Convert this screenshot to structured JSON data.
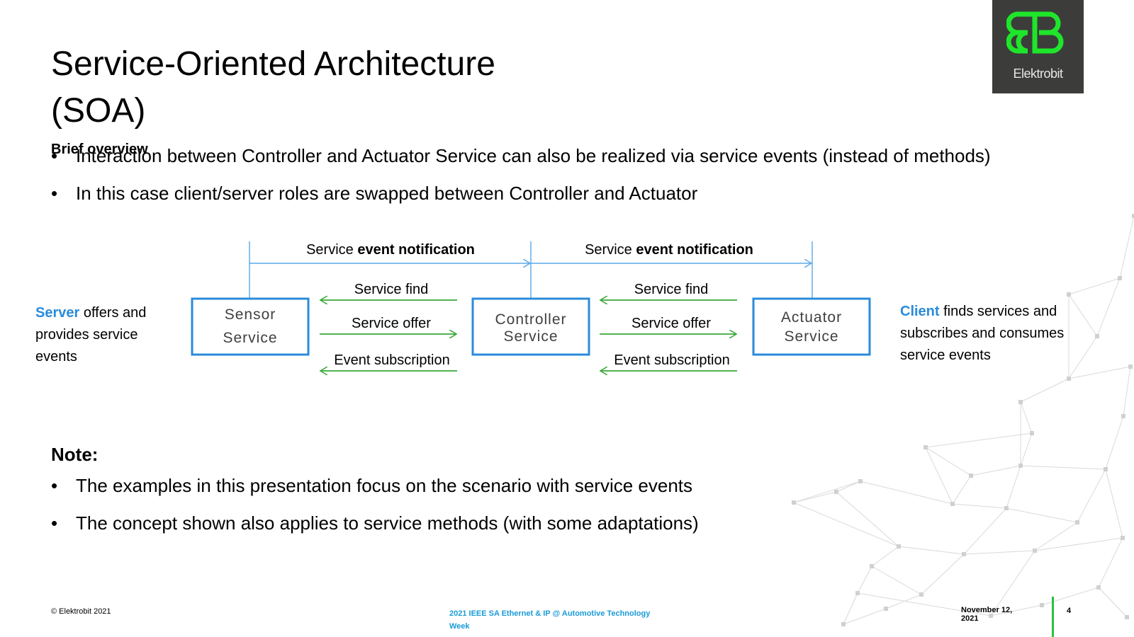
{
  "title_line1": "Service-Oriented Architecture",
  "title_line2": "(SOA)",
  "subtitle": "Brief overview",
  "bullets": [
    "Interaction between Controller and Actuator Service can also be realized via service events (instead of methods)",
    "In this case client/server roles are swapped between Controller and Actuator"
  ],
  "bullet_char": "•",
  "diagram": {
    "boxes": {
      "sensor_line1": "Sensor",
      "sensor_line2": "Service",
      "controller_line1": "Controller",
      "controller_line2": "Service",
      "actuator_line1": "Actuator",
      "actuator_line2": "Service"
    },
    "notification_prefix": "Service ",
    "notification_bold": "event notification",
    "service_find": "Service find",
    "service_offer": "Service offer",
    "event_subscription": "Event subscription"
  },
  "left_note": {
    "highlight": "Server",
    "rest": " offers and provides service events"
  },
  "right_note": {
    "highlight": "Client",
    "rest": " finds services and subscribes and consumes service events"
  },
  "note_heading": "Note:",
  "note_bullets": [
    "The examples in this presentation focus on the scenario with service events",
    "The concept shown also applies to service methods (with some adaptations)"
  ],
  "logo": {
    "text": "Elektrobit",
    "mark_color": "#1fe52a"
  },
  "footer": {
    "copyright": "© Elektrobit 2021",
    "event": "2021 IEEE SA Ethernet & IP @ Automotive Technology Week",
    "date": "November 12, 2021",
    "page": "4"
  },
  "colors": {
    "box_blue": "#2a8bdb",
    "notify_blue": "#59a8e8",
    "arrow_green": "#3aa83a",
    "highlight_blue": "#2a8bdb"
  }
}
